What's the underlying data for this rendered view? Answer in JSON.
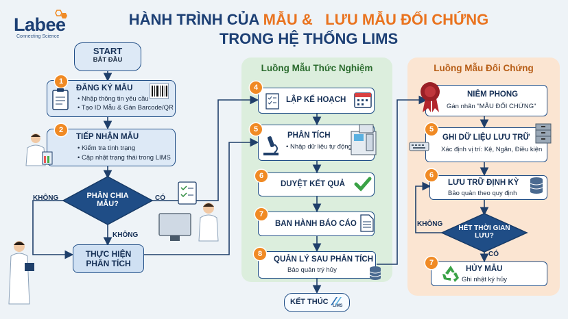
{
  "logo": {
    "name": "Labee",
    "tagline": "Connecting Science"
  },
  "title": {
    "part1": "HÀNH TRÌNH CỦA ",
    "hl1": "MẪU &",
    "hl2": "LƯU MẪU ĐỐI CHỨNG",
    "line2": "TRONG HỆ THỐNG LIMS"
  },
  "colors": {
    "navy": "#1c3f74",
    "orange": "#e9731f",
    "green_lane": "#dceedd",
    "orange_lane": "#fbe5d2"
  },
  "lanes": {
    "test": "Luồng Mẫu Thức Nghiệm",
    "retain": "Luồng Mẫu Đối Chứng"
  },
  "left": {
    "start_title": "START",
    "start_sub": "BẮT ĐẦU",
    "s1": {
      "num": "1",
      "title": "ĐĂNG KÝ MẪU",
      "b1": "• Nhập thông tin yêu cầu",
      "b2": "• Tạo ID Mẫu & Gán Barcode/QR"
    },
    "s2": {
      "num": "2",
      "title": "TIẾP NHẬN MẪU",
      "b1": "• Kiểm tra tình trạng",
      "b2": "• Cập nhật trạng thái trong LIMS"
    },
    "decision": {
      "l1": "PHÂN CHIA",
      "l2": "MẪU?"
    },
    "no_left": "KHÔNG",
    "yes_right": "CÓ",
    "no_down": "KHÔNG",
    "perform": {
      "l1": "THỰC HIỆN",
      "l2": "PHÂN TÍCH"
    }
  },
  "test": {
    "s4": {
      "num": "4",
      "title": "LẬP KẾ HOẠCH"
    },
    "s5": {
      "num": "5",
      "title": "PHÂN TÍCH",
      "sub": "• Nhập dữ liệu tự động"
    },
    "s6": {
      "num": "6",
      "title": "DUYỆT KẾT QUẢ"
    },
    "s7": {
      "num": "7",
      "title": "BAN HÀNH BÁO CÁO"
    },
    "s8": {
      "num": "8",
      "title": "QUẢN LÝ SAU PHÂN TÍCH",
      "sub": "Bảo quản trý hủy"
    },
    "end_title": "KẾT THÚC",
    "lims": "LIMS"
  },
  "retain": {
    "seal": {
      "title": "NIÊM PHONG",
      "sub": "Gán nhãn \"MẪU ĐỐI CHỨNG\""
    },
    "s5": {
      "num": "5",
      "title": "GHI DỮ LIỆU LƯU TRỮ",
      "sub": "Xác định vị trí: Kệ, Ngăn, Điều kiện"
    },
    "s6": {
      "num": "6",
      "title": "LƯU TRỮ ĐỊNH KỲ",
      "sub": "Bảo quản theo quy định"
    },
    "decision": {
      "l1": "HẾT THỜI GIAN",
      "l2": "LƯU?"
    },
    "no": "KHÔNG",
    "yes": "CÓ",
    "s7": {
      "num": "7",
      "title": "HỦY MẪU",
      "sub": "Ghi nhật ký hủy"
    }
  }
}
